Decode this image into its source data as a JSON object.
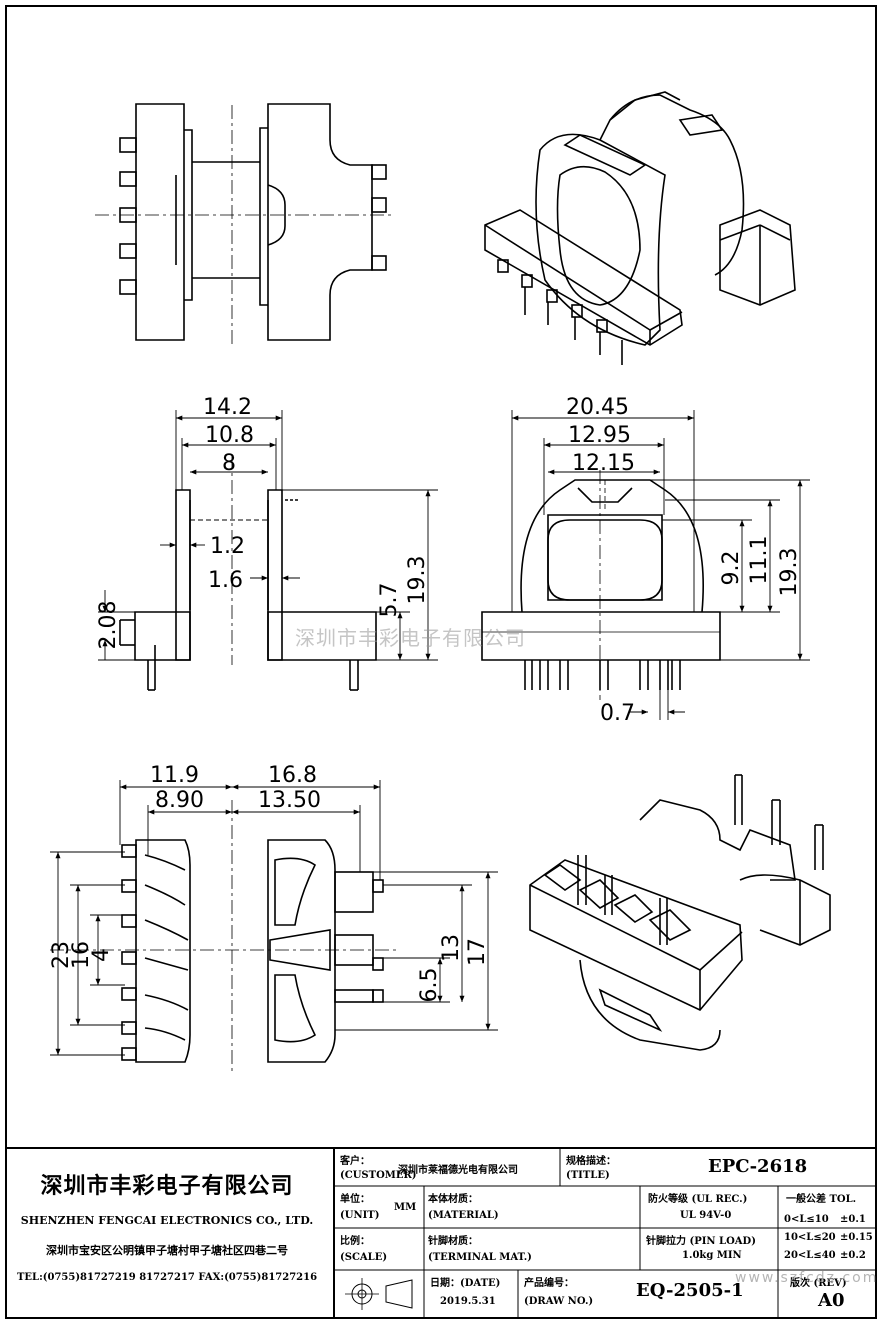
{
  "dimensions": {
    "front_left": {
      "d1": "14.2",
      "d2": "10.8",
      "d3": "8",
      "d4": "1.2",
      "d5": "1.6",
      "d6": "2.08",
      "d7": "5.7",
      "d8": "19.3"
    },
    "front_right": {
      "d1": "20.45",
      "d2": "12.95",
      "d3": "12.15",
      "d4": "9.2",
      "d5": "11.1",
      "d6": "19.3",
      "d7": "0.7"
    },
    "bottom": {
      "d1": "11.9",
      "d2": "8.90",
      "d3": "16.8",
      "d4": "13.50",
      "d5": "23",
      "d6": "16",
      "d7": "4",
      "d8": "6.5",
      "d9": "13",
      "d10": "17"
    }
  },
  "watermark": "深圳市丰彩电子有限公司",
  "site_watermark": "www.szfcdz.com",
  "title_block": {
    "company_cn": "深圳市丰彩电子有限公司",
    "company_en": "SHENZHEN FENGCAI ELECTRONICS CO., LTD.",
    "address": "深圳市宝安区公明镇甲子塘村甲子塘社区四巷二号",
    "tel": "TEL:(0755)81727219  81727217   FAX:(0755)81727216",
    "customer_label": "客户：",
    "customer_label_en": "(CUSTOMER)",
    "customer_value": "深圳市莱福德光电有限公司",
    "title_label": "规格描述：",
    "title_label_en": "(TITLE)",
    "title_value": "EPC-2618",
    "unit_label": "单位：",
    "unit_label_en": "(UNIT)",
    "unit_value": "MM",
    "material_label": "本体材质：",
    "material_label_en": "(MATERIAL)",
    "material_value": "",
    "ul_label": "防火等级 (UL REC.)",
    "ul_value": "UL 94V-0",
    "tol_label": "一般公差 TOL.",
    "tol_rows": [
      {
        "range": "0<L≤10",
        "tol": "±0.1"
      },
      {
        "range": "10<L≤20",
        "tol": "±0.15"
      },
      {
        "range": "20<L≤40",
        "tol": "±0.2"
      }
    ],
    "scale_label": "比例：",
    "scale_label_en": "(SCALE)",
    "terminal_label": "针脚材质：",
    "terminal_label_en": "(TERMINAL MAT.)",
    "pinload_label": "针脚拉力 (PIN LOAD)",
    "pinload_value": "1.0kg MIN",
    "date_label": "日期：(DATE)",
    "date_value": "2019.5.31",
    "drawno_label": "产品编号：",
    "drawno_label_en": "(DRAW NO.)",
    "drawno_value": "EQ-2505-1",
    "rev_label": "版次 (REV)",
    "rev_value": "A0"
  },
  "colors": {
    "line": "#000000",
    "watermark": "#969696"
  }
}
